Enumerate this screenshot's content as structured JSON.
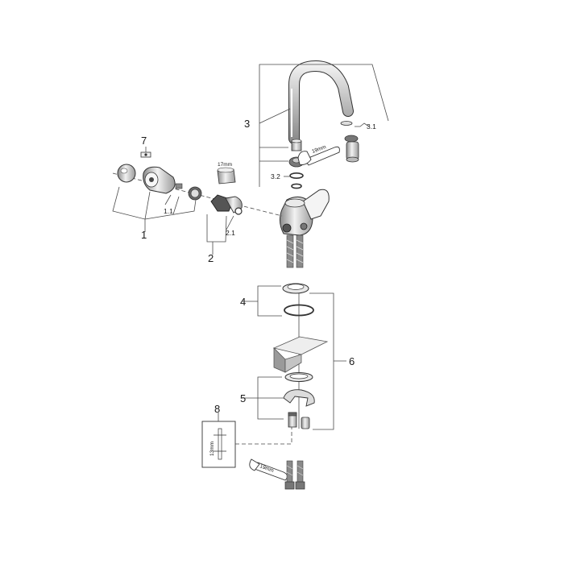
{
  "callouts": {
    "c1": "1",
    "c1_1": "1.1",
    "c2": "2",
    "c2_1": "2.1",
    "c3": "3",
    "c3_1": "3.1",
    "c3_2": "3.2",
    "c4": "4",
    "c5": "5",
    "c6": "6",
    "c7": "7",
    "c8": "8"
  },
  "dimensions": {
    "d17": "17mm",
    "d19_top": "19mm",
    "d13": "13mm",
    "d19_bottom": "19mm"
  },
  "colors": {
    "line": "#4a4a4a",
    "part_fill": "#d9d9d9",
    "part_dark": "#6e6e6e"
  }
}
